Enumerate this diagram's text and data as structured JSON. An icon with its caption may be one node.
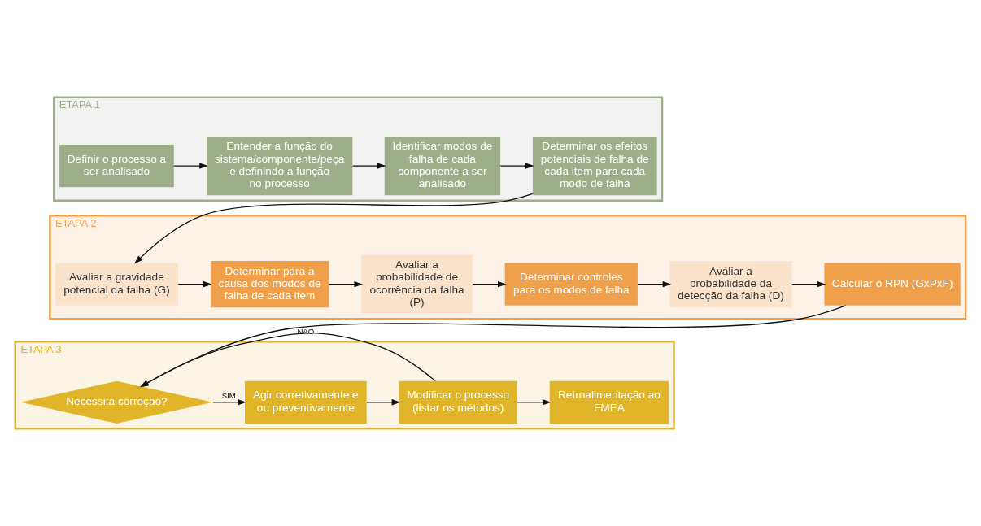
{
  "diagram": {
    "nodes": [
      {
        "text": [
          "ETAPA 1"
        ]
      },
      {
        "text": [
          "Definir o processo a ser analisado"
        ],
        "in": 0
      },
      {
        "text": [
          "Entender a função do sistema/componente/peça e definindo a função no processo"
        ],
        "in": 0
      },
      {
        "text": [
          "Identificar modos de falha de cada componente a ser analisado"
        ],
        "in": 0
      },
      {
        "text": [
          "Determinar os efeitos potenciais de falha de cada item para cada modo de falha"
        ],
        "in": 0
      },
      {
        "text": [
          "ETAPA 2"
        ]
      },
      {
        "text": [
          "Avaliar a gravidade potencial da falha (G)"
        ],
        "in": 5
      },
      {
        "text": [
          "Determinar para a causa dos modos de falha de cada item"
        ],
        "in": 5
      },
      {
        "text": [
          "Avaliar a probabilidade de ocorrência da falha (P)"
        ],
        "in": 5
      },
      {
        "text": [
          "Determinar controles para os modos de falha"
        ],
        "in": 5
      },
      {
        "text": [
          "Avaliar a probabilidade da detecção da falha (D)"
        ],
        "in": 5
      },
      {
        "text": [
          "Calcular o RPN (GxPxF)"
        ],
        "in": 5
      },
      {
        "text": [
          "ETAPA 3"
        ]
      },
      {
        "text": [
          "Necessita correção?"
        ],
        "in": 12
      },
      {
        "text": [
          "Agir corretivamente e ou preventivamente"
        ],
        "in": 12
      },
      {
        "text": [
          "Modificar o processo (listar os métodos)"
        ],
        "in": 12
      },
      {
        "text": [
          "Retroalimentação ao FMEA"
        ],
        "in": 12
      }
    ],
    "edges": [
      {
        "from": 1,
        "to": 2,
        "arrow": "to"
      },
      {
        "from": 2,
        "to": 3,
        "arrow": "to"
      },
      {
        "from": 3,
        "to": 4,
        "arrow": "to"
      },
      {
        "from": 4,
        "to": 6,
        "arrow": "to"
      },
      {
        "from": 6,
        "to": 7,
        "arrow": "to"
      },
      {
        "from": 7,
        "to": 8,
        "arrow": "to"
      },
      {
        "from": 8,
        "to": 9,
        "arrow": "to"
      },
      {
        "from": 9,
        "to": 10,
        "arrow": "to"
      },
      {
        "from": 10,
        "to": 11,
        "arrow": "to"
      },
      {
        "from": 11,
        "to": 13,
        "arrow": "to"
      },
      {
        "from": 13,
        "to": 14,
        "arrow": "to",
        "label": "SIM"
      },
      {
        "from": 14,
        "to": 15,
        "arrow": "to"
      },
      {
        "from": 15,
        "to": 16,
        "arrow": "to"
      },
      {
        "from": 15,
        "to": 13,
        "arrow": "to",
        "label": "NÃO"
      }
    ]
  }
}
